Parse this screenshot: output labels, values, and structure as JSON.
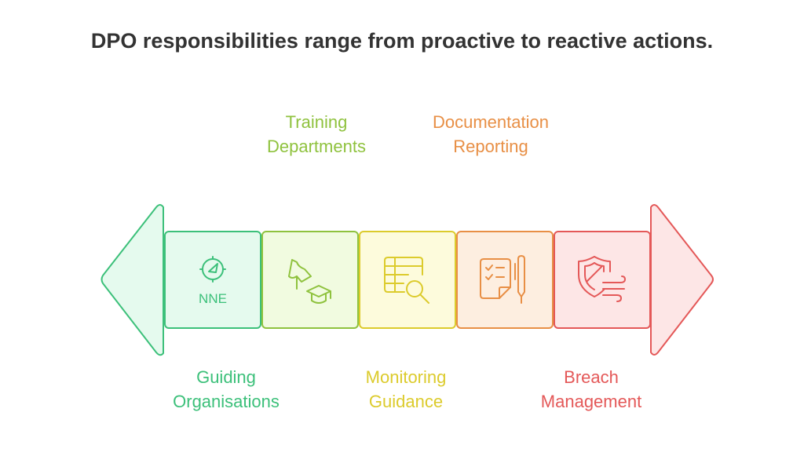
{
  "title": "DPO responsibilities range from proactive to reactive actions.",
  "icons": {
    "step1": "compass-icon",
    "step2": "pointing-hand-graduation-cap-icon",
    "step3": "spreadsheet-magnifier-icon",
    "step4": "checklist-pen-icon",
    "step5": "shield-wind-icon"
  },
  "compass_text": "NNE",
  "steps": [
    {
      "line1": "Guiding",
      "line2": "Organisations",
      "color": "#3cc07a",
      "fill": "#e5faee"
    },
    {
      "line1": "Training",
      "line2": "Departments",
      "color": "#8fc23e",
      "fill": "#f1fbe0"
    },
    {
      "line1": "Monitoring",
      "line2": "Guidance",
      "color": "#dccb2c",
      "fill": "#fdfbdc"
    },
    {
      "line1": "Documentation",
      "line2": "Reporting",
      "color": "#e88f45",
      "fill": "#fdeee0"
    },
    {
      "line1": "Breach",
      "line2": "Management",
      "color": "#e45858",
      "fill": "#fde6e6"
    }
  ]
}
